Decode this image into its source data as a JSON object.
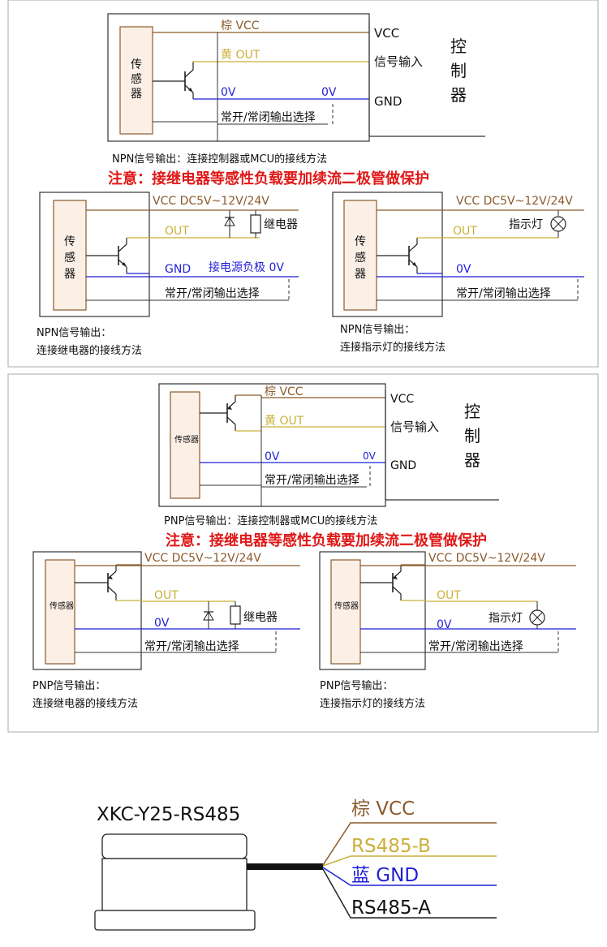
{
  "colors": {
    "vcc": "#8B5A2B",
    "out": "#C9B03A",
    "gnd": "#1F1FD6",
    "warning": "#E01818",
    "sensor_fill": "#FBEFE6",
    "sensor_stroke": "#8B5A2B",
    "frame": "#333333"
  },
  "common": {
    "sensor": "传感器",
    "switch": "常开/常闭输出选择",
    "warning": "注意：接继电器等感性负载要加续流二极管做保护",
    "relay": "继电器",
    "lamp": "指示灯",
    "controller": "控制器",
    "vcc_range": "VCC DC5V~12V/24V",
    "out": "OUT",
    "zero_v": "0V"
  },
  "npn": {
    "ctrl": {
      "vcc_wire": "棕 VCC",
      "out_wire": "黄 OUT",
      "gnd_wire": "0V",
      "gnd_wire_right": "0V",
      "ctrl_vcc": "VCC",
      "ctrl_signal": "信号输入",
      "ctrl_gnd": "GND",
      "caption": "NPN信号输出：连接控制器或MCU的接线方法"
    },
    "relay": {
      "gnd": "GND",
      "gnd_note": "接电源负极 0V",
      "caption_line1": "NPN信号输出：",
      "caption_line2": "连接继电器的接线方法"
    },
    "lamp": {
      "caption_line1": "NPN信号输出：",
      "caption_line2": "连接指示灯的接线方法"
    }
  },
  "pnp": {
    "ctrl": {
      "vcc_wire": "棕 VCC",
      "out_wire": "黄 OUT",
      "gnd_wire": "0V",
      "gnd_wire_right": "0V",
      "ctrl_vcc": "VCC",
      "ctrl_signal": "信号输入",
      "ctrl_gnd": "GND",
      "caption": "PNP信号输出：连接控制器或MCU的接线方法"
    },
    "relay": {
      "caption_line1": "PNP信号输出：",
      "caption_line2": "连接继电器的接线方法"
    },
    "lamp": {
      "caption_line1": "PNP信号输出：",
      "caption_line2": "连接指示灯的接线方法"
    }
  },
  "module": {
    "model": "XKC-Y25-RS485",
    "wire_vcc": "棕 VCC",
    "wire_b": "RS485-B",
    "wire_gnd": "蓝 GND",
    "wire_a": "RS485-A"
  }
}
